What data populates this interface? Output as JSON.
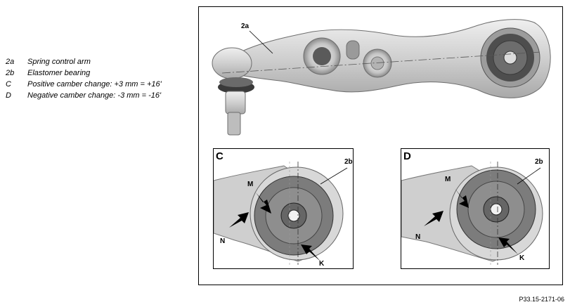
{
  "legend": [
    {
      "key": "2a",
      "text": "Spring control arm"
    },
    {
      "key": "2b",
      "text": "Elastomer bearing"
    },
    {
      "key": "C",
      "text": "Positive camber change: +3 mm = +16'"
    },
    {
      "key": "D",
      "text": "Negative camber change: -3 mm = -16'"
    }
  ],
  "main": {
    "callout": "2a"
  },
  "panel_c": {
    "label": "C",
    "ref_2b": "2b",
    "ref_m": "M",
    "ref_n": "N",
    "ref_k": "K"
  },
  "panel_d": {
    "label": "D",
    "ref_2b": "2b",
    "ref_m": "M",
    "ref_n": "N",
    "ref_k": "K"
  },
  "figure_number": "P33.15-2171-06",
  "colors": {
    "metal": "#d2d2d2",
    "dark": "#555555",
    "bearing": "#7c7c7c"
  }
}
